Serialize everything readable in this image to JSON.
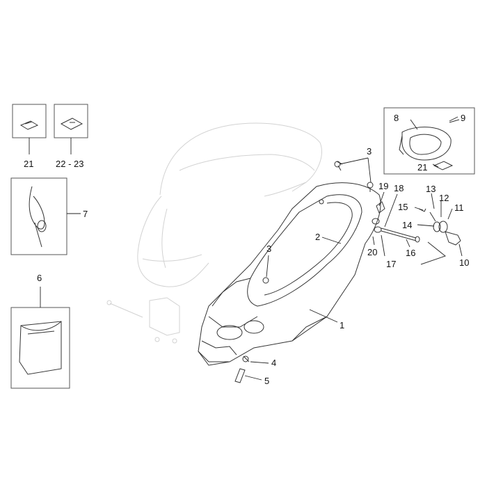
{
  "callouts": {
    "c1": "1",
    "c2": "2",
    "c3a": "3",
    "c3b": "3",
    "c4": "4",
    "c5": "5",
    "c6": "6",
    "c7": "7",
    "c8": "8",
    "c9": "9",
    "c10": "10",
    "c11": "11",
    "c12": "12",
    "c13": "13",
    "c14": "14",
    "c15": "15",
    "c16": "16",
    "c17": "17",
    "c18": "18",
    "c19": "19",
    "c20": "20",
    "c21a": "21",
    "c21b": "21",
    "c22_23": "22 - 23"
  },
  "colors": {
    "line": "#222222",
    "ghost": "#d2d2d2",
    "box_border": "#555555"
  }
}
